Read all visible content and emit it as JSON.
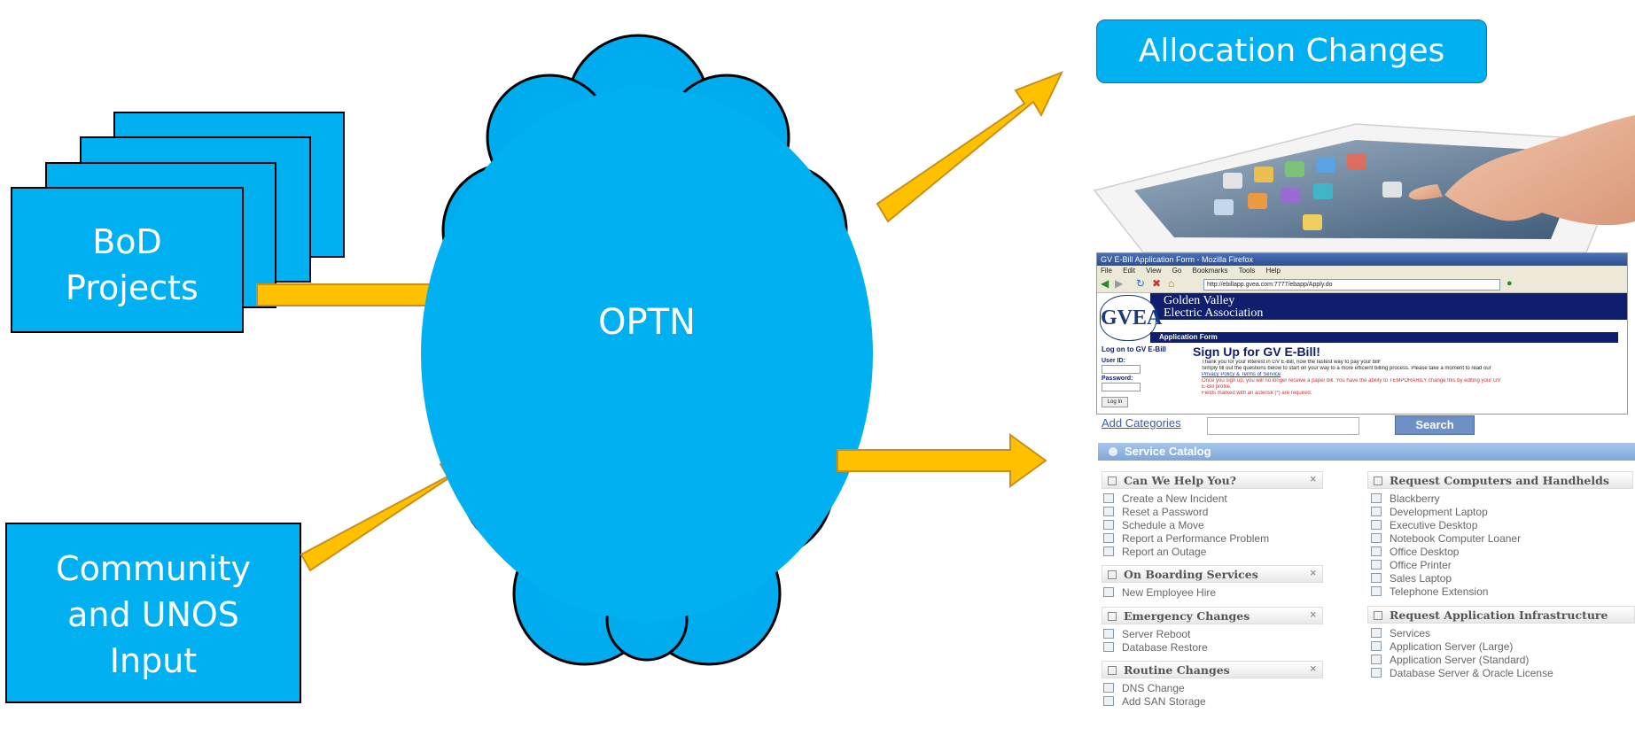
{
  "left_boxes": {
    "bod_label": "BoD Projects",
    "community_label": "Community and UNOS Input"
  },
  "cloud": {
    "label": "OPTN"
  },
  "outputs": {
    "allocation_label": "Allocation Changes"
  },
  "browser": {
    "window_title": "GV E-Bill Application Form - Mozilla Firefox",
    "menu": [
      "File",
      "Edit",
      "View",
      "Go",
      "Bookmarks",
      "Tools",
      "Help"
    ],
    "url": "http://ebillapp.gvea.com:7777/ebapp/Apply.do",
    "company_line1": "Golden Valley",
    "company_line2": "Electric Association",
    "logo_text": "GVEA",
    "section_title": "Application Form",
    "login_title": "Log on to GV E-Bill",
    "user_id_label": "User ID:",
    "password_label": "Password:",
    "login_button": "Log In",
    "signup_heading": "Sign Up for GV E-Bill!",
    "bullets": [
      "Thank you for your interest in GV E-Bill, now the fastest way to pay your bill!",
      "Simply fill out the questions below to start on your way to a more efficient billing process. Please take a moment to read our",
      "Privacy Policy & Terms of Service",
      "Once you sign up, you will no longer receive a paper bill. You have the ability to TEMPORARILY change this by editing your GV",
      "E-Bill profile.",
      "Fields marked with an asterisk (*) are required."
    ]
  },
  "catalog": {
    "add_categories": "Add Categories",
    "search_button": "Search",
    "title": "Service Catalog",
    "panels_left": [
      {
        "title": "Can We Help You?",
        "items": [
          "Create a New Incident",
          "Reset a Password",
          "Schedule a Move",
          "Report a Performance Problem",
          "Report an Outage"
        ]
      },
      {
        "title": "On Boarding Services",
        "items": [
          "New Employee Hire"
        ]
      },
      {
        "title": "Emergency Changes",
        "items": [
          "Server Reboot",
          "Database Restore"
        ]
      },
      {
        "title": "Routine Changes",
        "items": [
          "DNS Change",
          "Add SAN Storage"
        ]
      }
    ],
    "panels_right": [
      {
        "title": "Request Computers and Handhelds",
        "items": [
          "Blackberry",
          "Development Laptop",
          "Executive Desktop",
          "Notebook Computer Loaner",
          "Office Desktop",
          "Office Printer",
          "Sales Laptop",
          "Telephone Extension"
        ]
      },
      {
        "title": "Request Application Infrastructure",
        "items": [
          "Services",
          "Application Server (Large)",
          "Application Server (Standard)",
          "Database Server & Oracle License"
        ]
      }
    ]
  },
  "colors": {
    "box_blue": "#00b0f0",
    "arrow_gold": "#ffc000",
    "arrow_outline": "#c8901a",
    "gvea_navy": "#0f1f6e"
  }
}
